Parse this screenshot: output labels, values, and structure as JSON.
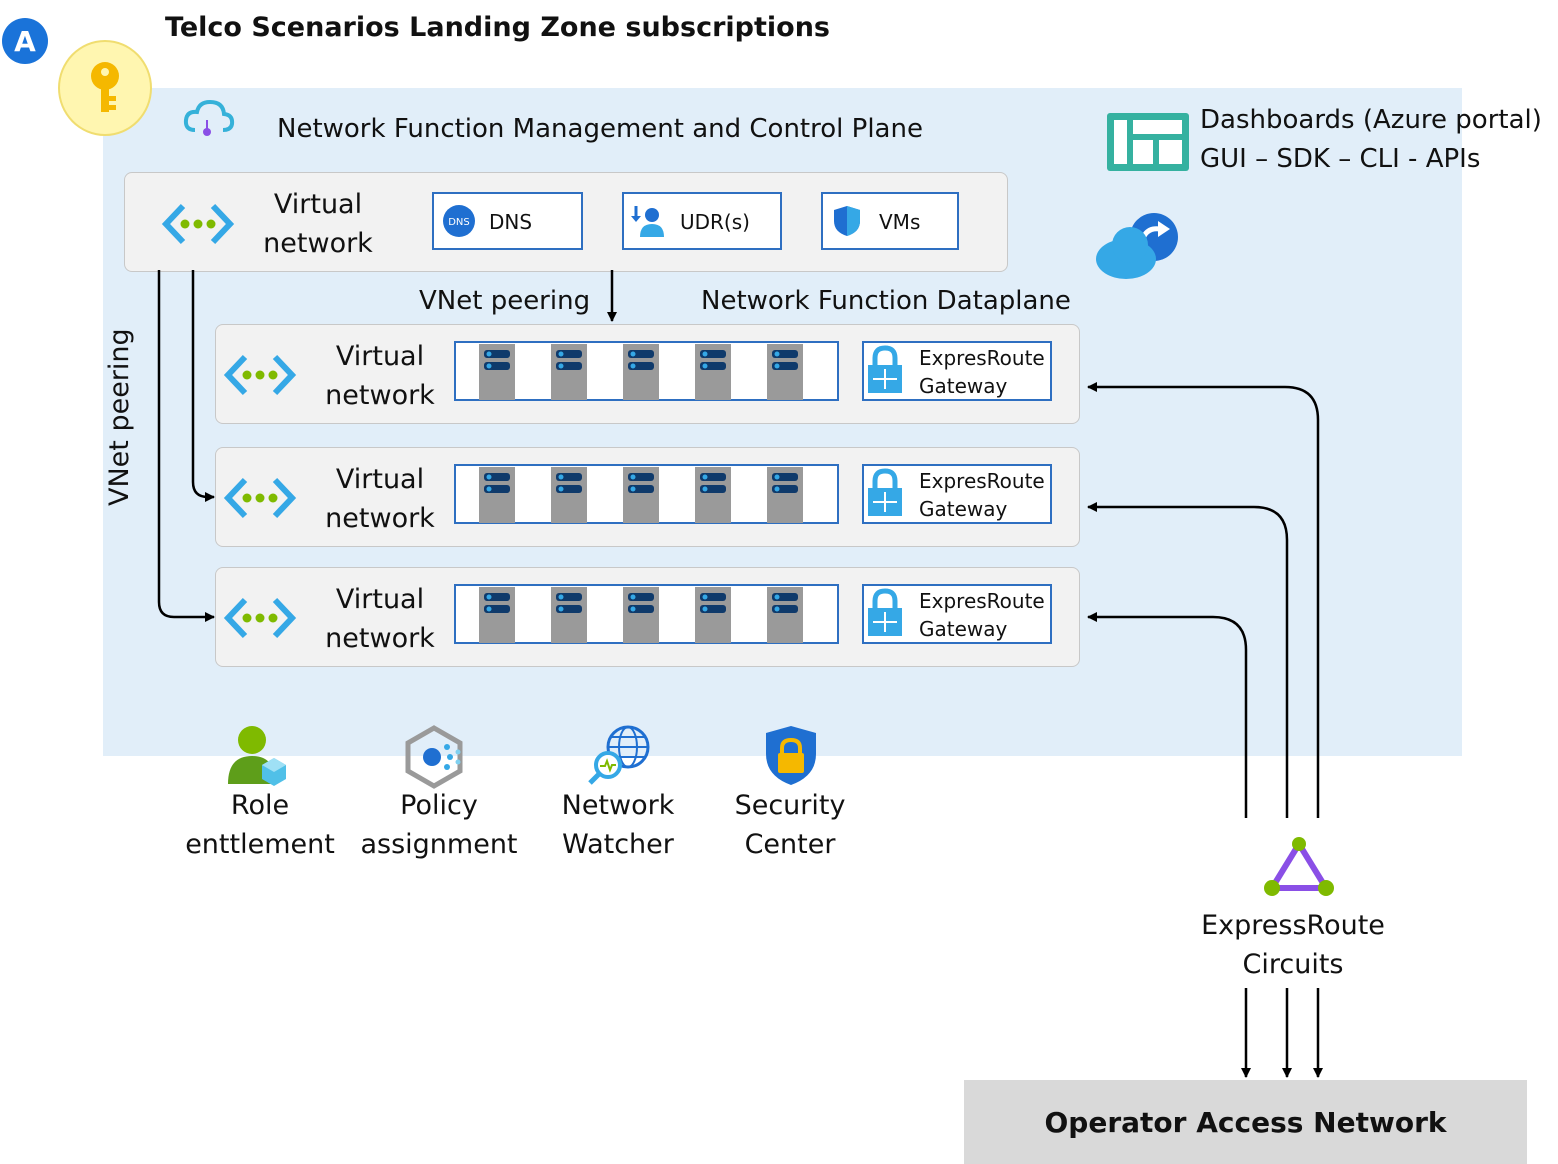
{
  "badge": "A",
  "title": "Telco Scenarios Landing Zone subscriptions",
  "control_plane": {
    "heading": "Network Function Management and Control Plane",
    "vnet_label_line1": "Virtual",
    "vnet_label_line2": "network",
    "services": [
      {
        "label": "DNS",
        "icon": "dns-icon",
        "icon_text": "DNS"
      },
      {
        "label": "UDR(s)",
        "icon": "udr-icon"
      },
      {
        "label": "VMs",
        "icon": "vm-shield-icon"
      }
    ]
  },
  "dashboards": {
    "line1": "Dashboards (Azure portal)",
    "line2": "GUI – SDK – CLI - APIs"
  },
  "peering_label_top": "VNet peering",
  "peering_label_side": "VNet peering",
  "dataplane": {
    "heading": "Network Function Dataplane",
    "rows": [
      {
        "vnet_line1": "Virtual",
        "vnet_line2": "network",
        "gateway_line1": "ExpresRoute",
        "gateway_line2": "Gateway"
      },
      {
        "vnet_line1": "Virtual",
        "vnet_line2": "network",
        "gateway_line1": "ExpresRoute",
        "gateway_line2": "Gateway"
      },
      {
        "vnet_line1": "Virtual",
        "vnet_line2": "network",
        "gateway_line1": "ExpresRoute",
        "gateway_line2": "Gateway"
      }
    ]
  },
  "bottom_tools": [
    {
      "line1": "Role",
      "line2": "enttlement",
      "icon": "role-icon"
    },
    {
      "line1": "Policy",
      "line2": "assignment",
      "icon": "policy-icon"
    },
    {
      "line1": "Network",
      "line2": "Watcher",
      "icon": "network-watcher-icon"
    },
    {
      "line1": "Security",
      "line2": "Center",
      "icon": "security-center-icon"
    }
  ],
  "expressroute": {
    "line1": "ExpressRoute",
    "line2": "Circuits"
  },
  "operator_network": "Operator Access Network",
  "colors": {
    "zone_bg": "#e1eef9",
    "box_border": "#2e6fc1",
    "accent_blue": "#1a73d9",
    "vnet_green": "#7fba00",
    "er_purple": "#8a4fe6"
  }
}
